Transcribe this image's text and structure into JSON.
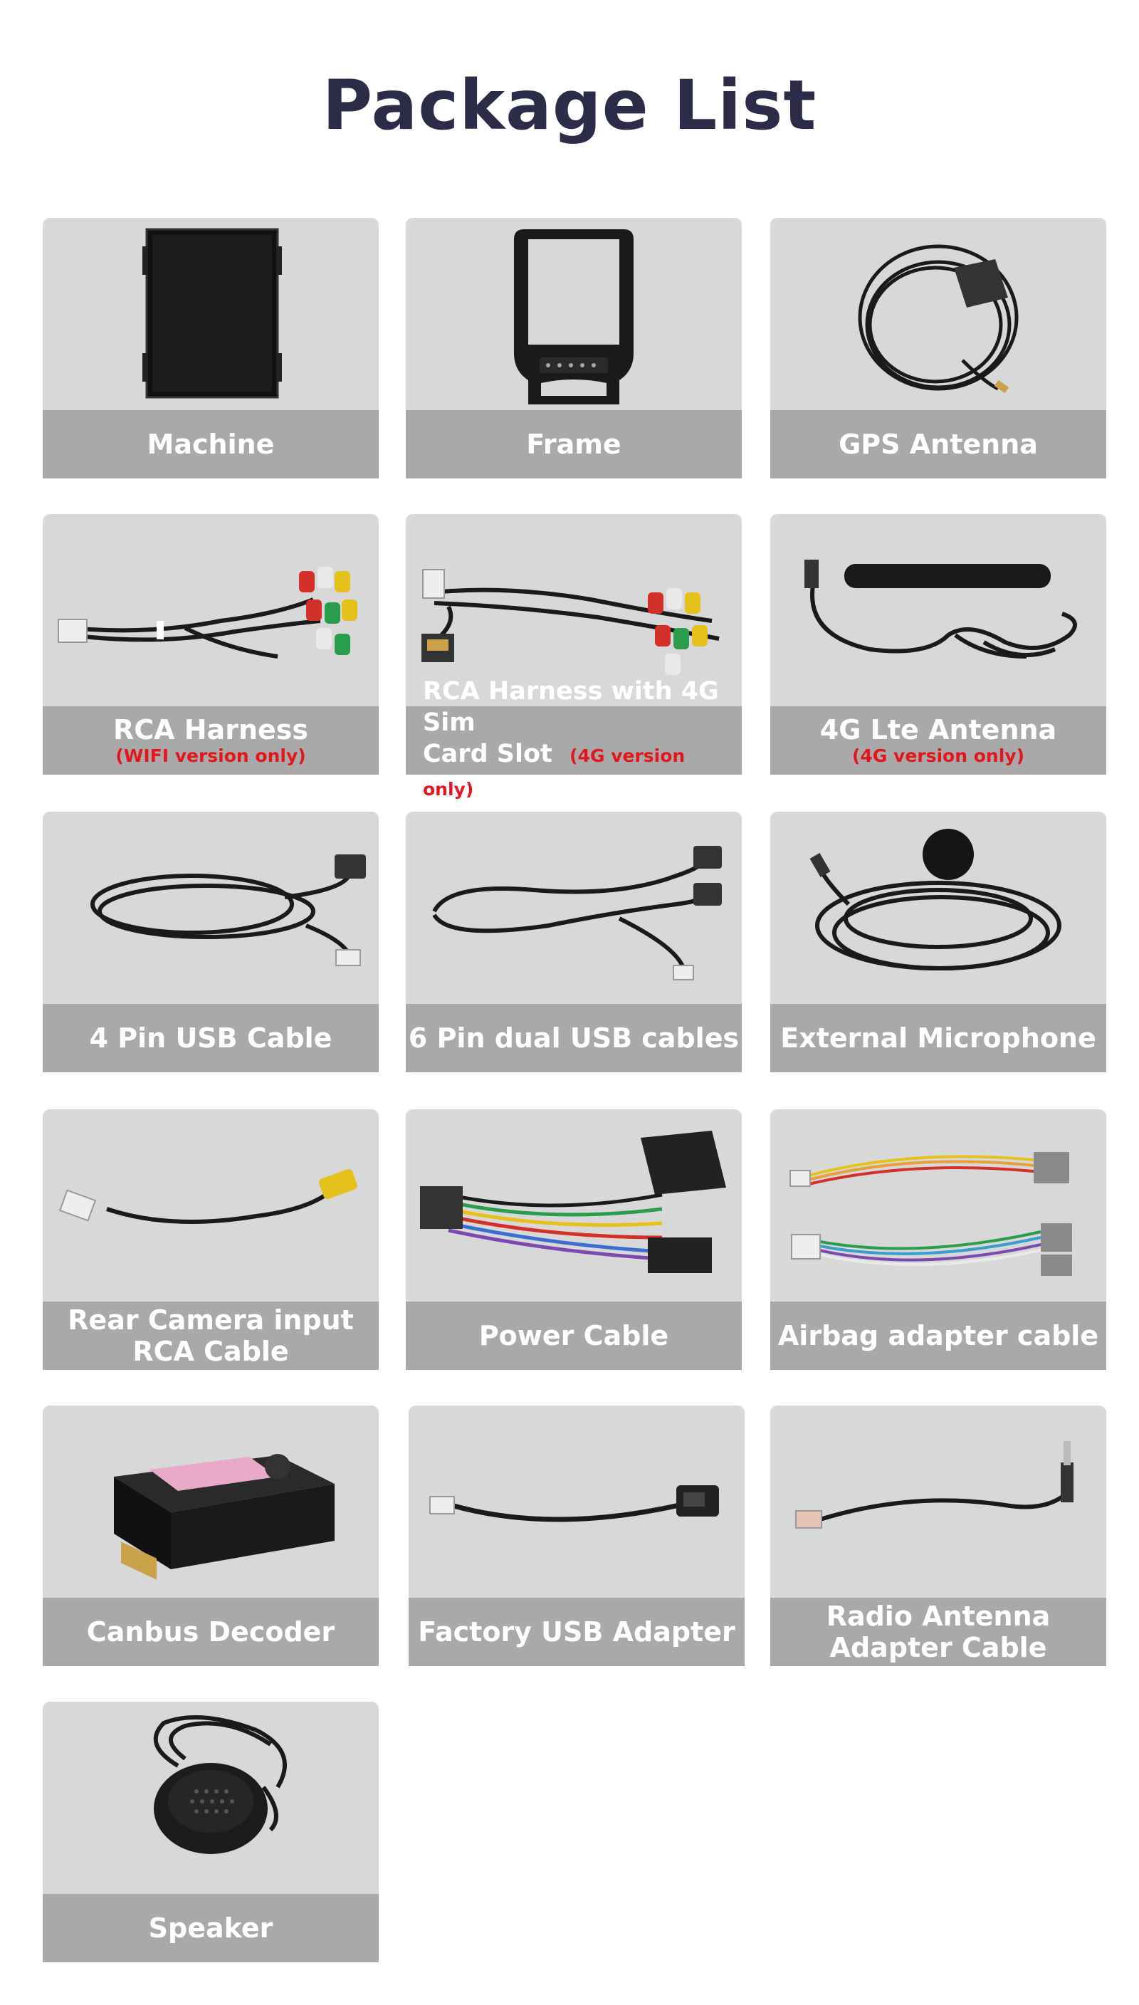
{
  "title": "Package List",
  "items": [
    {
      "label": "Machine",
      "note": "",
      "icon": "screen-module-icon"
    },
    {
      "label": "Frame",
      "note": "",
      "icon": "dash-frame-icon"
    },
    {
      "label": "GPS Antenna",
      "note": "",
      "icon": "gps-antenna-icon"
    },
    {
      "label": "RCA Harness",
      "note": "(WIFI version only)",
      "icon": "rca-harness-icon"
    },
    {
      "label_line1": "RCA Harness with 4G Sim",
      "label_line2": "Card Slot",
      "note": "(4G version only)",
      "icon": "rca-harness-4g-icon"
    },
    {
      "label": "4G Lte Antenna",
      "note": "(4G version only)",
      "icon": "lte-antenna-icon"
    },
    {
      "label": "4 Pin USB Cable",
      "note": "",
      "icon": "usb-cable-icon"
    },
    {
      "label": "6 Pin dual USB cables",
      "note": "",
      "icon": "dual-usb-cable-icon"
    },
    {
      "label": "External Microphone",
      "note": "",
      "icon": "microphone-icon"
    },
    {
      "label_line1": "Rear Camera input",
      "label_line2": "RCA Cable",
      "note": "",
      "icon": "camera-rca-cable-icon"
    },
    {
      "label": "Power Cable",
      "note": "",
      "icon": "power-cable-icon"
    },
    {
      "label": "Airbag adapter cable",
      "note": "",
      "icon": "airbag-cable-icon"
    },
    {
      "label": "Canbus Decoder",
      "note": "",
      "icon": "canbus-box-icon"
    },
    {
      "label": "Factory USB Adapter",
      "note": "",
      "icon": "factory-usb-icon"
    },
    {
      "label_line1": "Radio Antenna",
      "label_line2": "Adapter Cable",
      "note": "",
      "icon": "radio-antenna-cable-icon"
    },
    {
      "label": "Speaker",
      "note": "",
      "icon": "speaker-icon"
    }
  ]
}
